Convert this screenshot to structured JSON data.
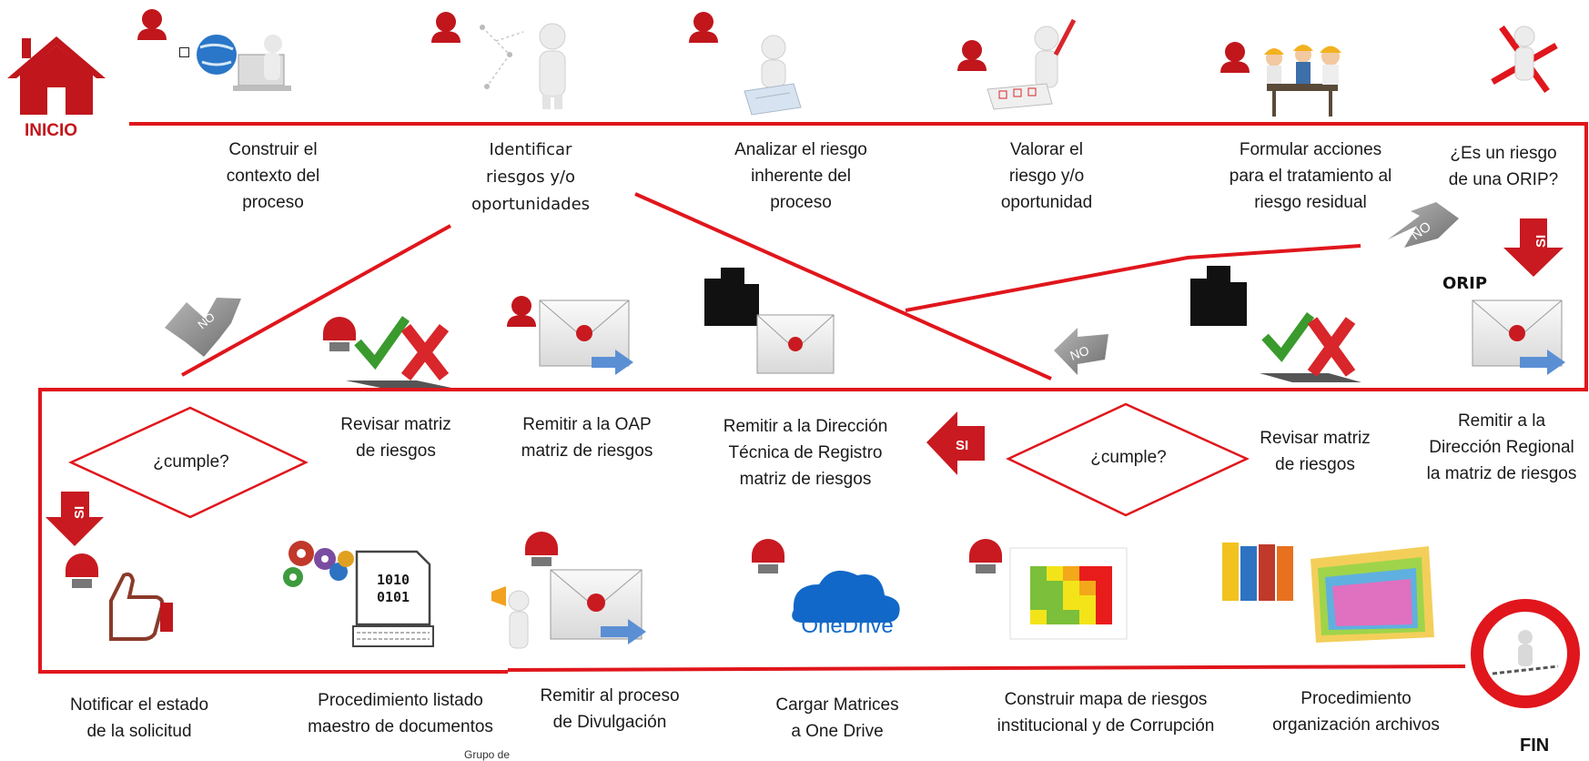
{
  "start_label": "INICIO",
  "end_label": "FIN",
  "orip_label": "ORIP",
  "steps_top": [
    {
      "id": "contexto",
      "text": "Construir el\ncontexto del\nproceso"
    },
    {
      "id": "identificar",
      "text": "Identificar\nriesgos y/o\noportunidades"
    },
    {
      "id": "analizar",
      "text": "Analizar el riesgo\ninherente del\nproceso"
    },
    {
      "id": "valorar",
      "text": "Valorar el\nriesgo y/o\noportunidad"
    },
    {
      "id": "formular",
      "text": "Formular acciones\npara el tratamiento al\nriesgo residual"
    },
    {
      "id": "es-orip",
      "text": "¿Es un riesgo\nde una ORIP?"
    }
  ],
  "steps_middle": [
    {
      "id": "revisar-1",
      "text": "Revisar matriz\nde riesgos"
    },
    {
      "id": "remitir-oap",
      "text": "Remitir a la OAP\nmatriz de riesgos"
    },
    {
      "id": "remitir-dtr",
      "text": "Remitir a la Dirección\nTécnica de Registro\nmatriz de riesgos"
    },
    {
      "id": "revisar-2",
      "text": "Revisar matriz\nde riesgos"
    },
    {
      "id": "remitir-dr",
      "text": "Remitir a la\nDirección Regional\nla matriz de riesgos"
    }
  ],
  "steps_bottom": [
    {
      "id": "notificar",
      "text": "Notificar el estado\nde la solicitud"
    },
    {
      "id": "procedimiento-listado",
      "text": "Procedimiento listado\nmaestro de documentos"
    },
    {
      "id": "divulgacion",
      "text": "Remitir al proceso\nde Divulgación"
    },
    {
      "id": "cargar",
      "text": "Cargar Matrices\na One Drive"
    },
    {
      "id": "mapa",
      "text": "Construir mapa de riesgos\ninstitucional y de Corrupción"
    },
    {
      "id": "archivos",
      "text": "Procedimiento\norganización archivos"
    }
  ],
  "decisions": [
    {
      "id": "cumple-1",
      "text": "¿cumple?"
    },
    {
      "id": "cumple-2",
      "text": "¿cumple?"
    }
  ],
  "arrows": {
    "no": "NO",
    "si": "SI"
  },
  "onedrive_label": "OneDrive",
  "binary_text": "1010\n0101",
  "footer_partial": "Grupo de",
  "colors": {
    "accent_red": "#c0161c",
    "line_red": "#e0161c",
    "arrow_gray": "#8a8a8a"
  }
}
